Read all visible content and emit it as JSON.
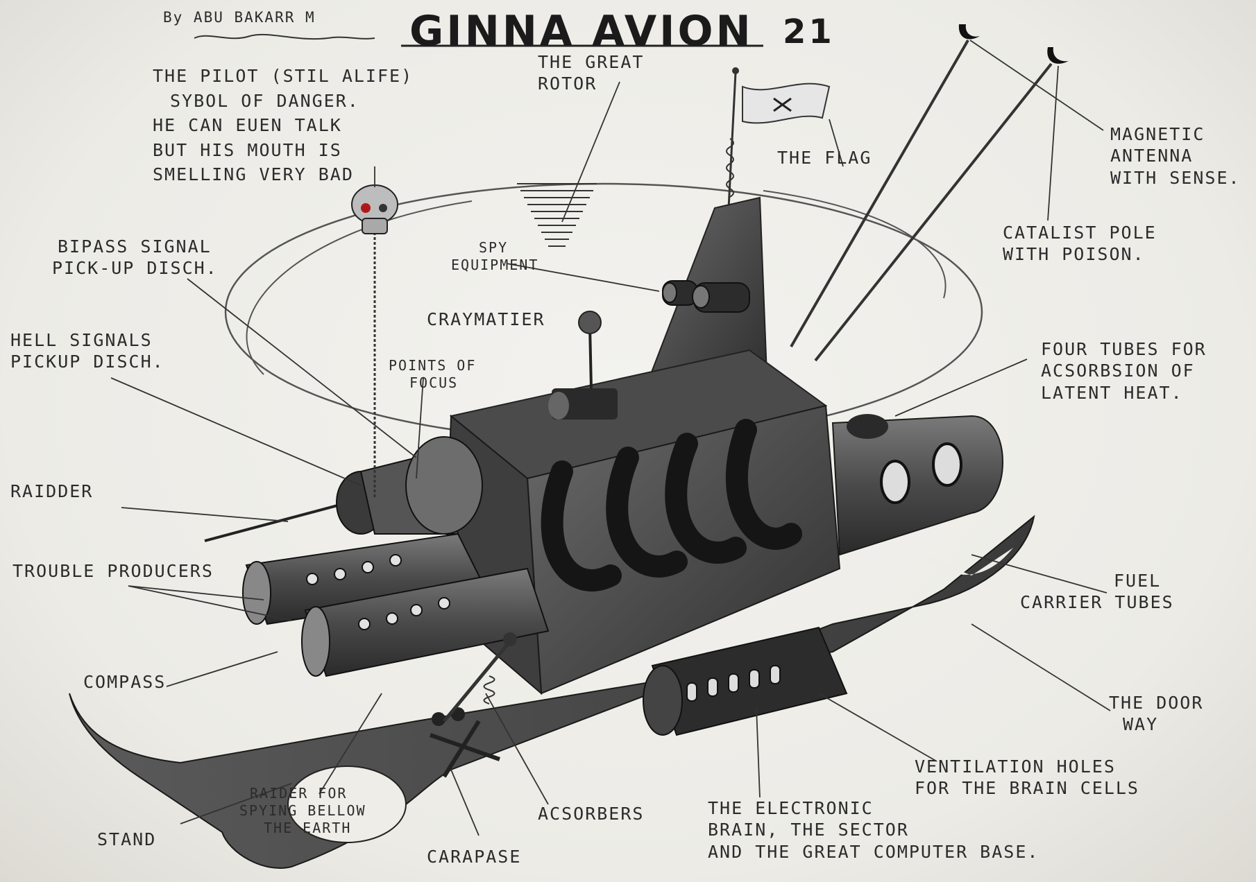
{
  "title": "GINNA AVION",
  "number": "21",
  "author": "By ABU BAKARR M",
  "labels": {
    "pilot": [
      "THE PILOT (STIL ALIFE)",
      "SYBOL OF DANGER.",
      "HE CAN EUEN TALK",
      "BUT HIS MOUTH IS",
      "SMELLING VERY BAD"
    ],
    "great_rotor": [
      "THE GREAT",
      "ROTOR"
    ],
    "flag": "THE FLAG",
    "magnetic_antenna": [
      "MAGNETIC",
      "ANTENNA",
      "WITH SENSE."
    ],
    "catalist_pole": [
      "CATALIST POLE",
      "WITH POISON."
    ],
    "bipass_disch": [
      "BIPASS SIGNAL",
      "PICK-UP DISCH."
    ],
    "spy_equipment": [
      "SPY",
      "EQUIPMENT"
    ],
    "craymatter": "CRAYMATIER",
    "hell_signals": [
      "HELL SIGNALS",
      "PICKUP DISCH."
    ],
    "points_of_focus": [
      "POINTS OF",
      "FOCUS"
    ],
    "four_tubes": [
      "FOUR TUBES FOR",
      "ACSORBSION OF",
      "LATENT HEAT."
    ],
    "raidder": "RAIDDER",
    "trouble_producers": "TROUBLE PRODUCERS",
    "fuel_carrier": [
      "FUEL",
      "CARRIER TUBES"
    ],
    "compass": "COMPASS",
    "door_way": [
      "THE DOOR",
      "WAY"
    ],
    "ventilation": [
      "VENTILATION HOLES",
      "FOR THE BRAIN CELLS"
    ],
    "raider_spying": [
      "RAIDER FOR",
      "SPYING BELLOW",
      "THE EARTH"
    ],
    "stand": "STAND",
    "acsorbers": "ACSORBERS",
    "carapase": "CARAPASE",
    "electronic_brain": [
      "THE ELECTRONIC",
      "BRAIN, THE SECTOR",
      "AND THE GREAT COMPUTER BASE."
    ]
  },
  "colors": {
    "paper": "#eeede8",
    "graphite": "#3a3a3a",
    "skull_eye": "#b01818"
  }
}
